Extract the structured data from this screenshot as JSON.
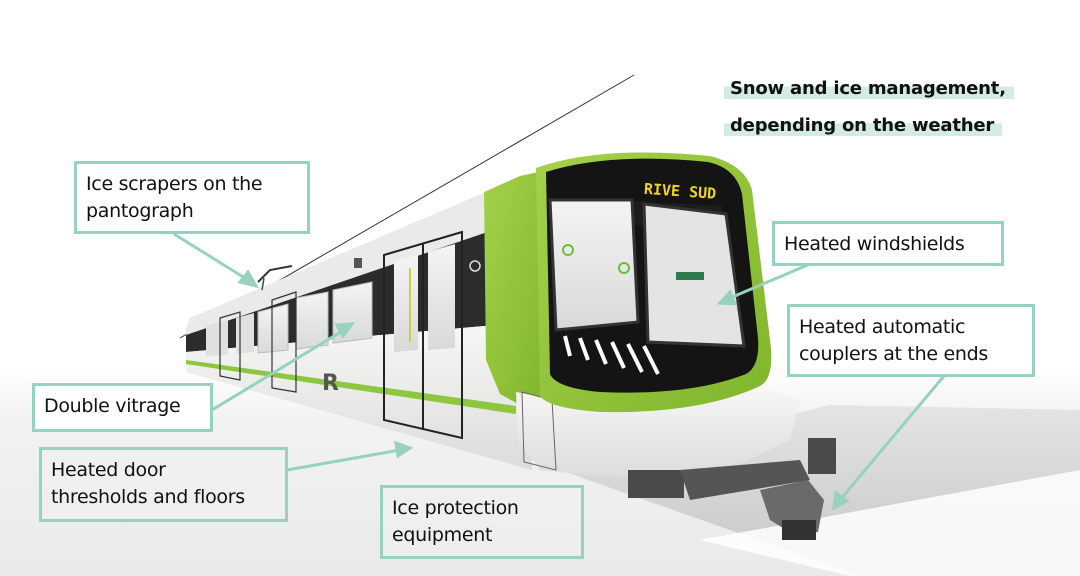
{
  "headline": {
    "lines": [
      "Snow and ice management,",
      "depending on the weather"
    ],
    "highlight_color": "#d3ebe2"
  },
  "callouts": [
    {
      "id": "pantograph",
      "lines": [
        "Ice scrapers on the",
        "pantograph"
      ]
    },
    {
      "id": "windshields",
      "lines": [
        "Heated windshields"
      ]
    },
    {
      "id": "couplers",
      "lines": [
        "Heated automatic",
        "couplers at the ends"
      ]
    },
    {
      "id": "vitrage",
      "lines": [
        "Double vitrage"
      ]
    },
    {
      "id": "thresholds",
      "lines": [
        "Heated door",
        "thresholds and floors"
      ]
    },
    {
      "id": "ice-protection",
      "lines": [
        "Ice protection",
        "equipment"
      ]
    }
  ],
  "train": {
    "destination_display": "RIVE SUD",
    "line_letter": "R",
    "body_color": "#8dc63f",
    "accent_color": "#96d2bd"
  }
}
